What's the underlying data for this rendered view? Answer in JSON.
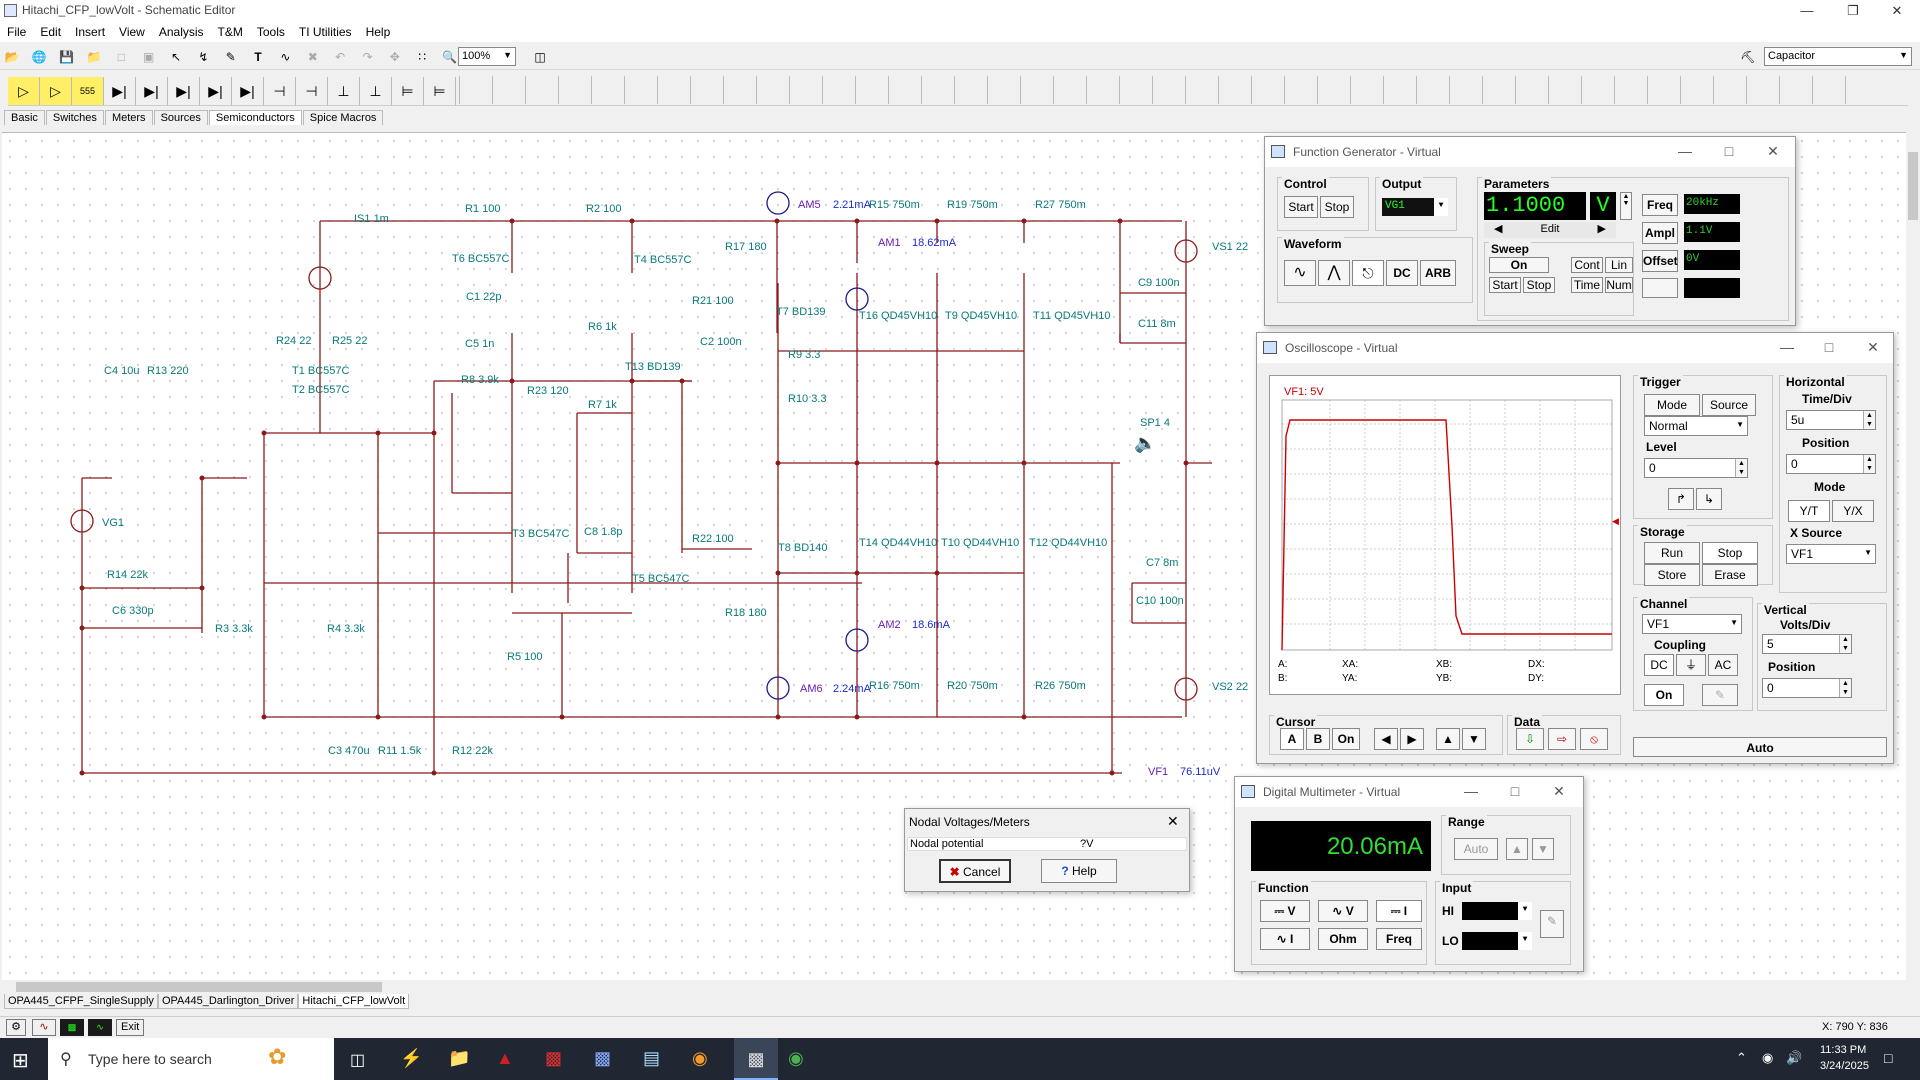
{
  "window": {
    "title": "Hitachi_CFP_lowVolt - Schematic Editor"
  },
  "menu": [
    "File",
    "Edit",
    "Insert",
    "View",
    "Analysis",
    "T&M",
    "Tools",
    "TI Utilities",
    "Help"
  ],
  "toolbar": {
    "zoom": "100%",
    "component_select": "Capacitor"
  },
  "component_tabs": [
    "Basic",
    "Switches",
    "Meters",
    "Sources",
    "Semiconductors",
    "Spice Macros"
  ],
  "active_component_tab": "Semiconductors",
  "schematic": {
    "labels": {
      "is1": "IS1 1m",
      "r1": "R1 100",
      "r2": "R2 100",
      "t6": "T6 BC557C",
      "t4": "T4 BC557C",
      "c1": "C1 22p",
      "c5": "C5 1n",
      "r8": "R8 3.9k",
      "r24": "R24 22",
      "r25": "R25 22",
      "t1": "T1 BC557C",
      "t2": "T2 BC557C",
      "c4": "C4 10u",
      "r13": "R13 220",
      "vg1": "VG1",
      "r14": "R14 22k",
      "c6": "C6 330p",
      "r3": "R3 3.3k",
      "r4": "R4 3.3k",
      "r6": "R6 1k",
      "t13": "T13 BD139",
      "r23": "R23 120",
      "r7": "R7 1k",
      "t3": "T3 BC547C",
      "c8": "C8 1.8p",
      "t5": "T5 BC547C",
      "r5": "R5 100",
      "r21": "R21 100",
      "c2": "C2 100n",
      "t7": "T7 BD139",
      "r9": "R9 3.3",
      "r10": "R10 3.3",
      "r22": "R22 100",
      "t8": "T8 BD140",
      "r17": "R17 180",
      "r18": "R18 180",
      "am5": "AM5",
      "am5_val": "2.21mA",
      "r15": "R15 750m",
      "r19": "R19 750m",
      "r27": "R27 750m",
      "am1": "AM1",
      "am1_val": "18.62mA",
      "t16": "T16 QD45VH10",
      "t9": "T9 QD45VH10",
      "t11": "T11 QD45VH10",
      "t14": "T14 QD44VH10",
      "t10": "T10 QD44VH10",
      "t12": "T12 QD44VH10",
      "am2": "AM2",
      "am2_val": "18.6mA",
      "am6": "AM6",
      "am6_val": "2.24mA",
      "r16": "R16 750m",
      "r20": "R20 750m",
      "r26": "R26 750m",
      "c9": "C9 100n",
      "c11": "C11 8m",
      "vs1": "VS1 22",
      "sp1": "SP1 4",
      "c7": "C7 8m",
      "c10": "C10 100n",
      "vs2": "VS2 22",
      "c3": "C3 470u",
      "r11": "R11 1.5k",
      "r12": "R12 22k",
      "vf1": "VF1",
      "vf1_val": "76.11uV"
    }
  },
  "function_generator": {
    "title": "Function Generator - Virtual",
    "control_label": "Control",
    "start": "Start",
    "stop": "Stop",
    "output_label": "Output",
    "output_value": "VG1",
    "parameters_label": "Parameters",
    "display_value": "1.1000",
    "display_unit": "V",
    "edit": "Edit",
    "freq_label": "Freq",
    "freq_value": "20kHz",
    "ampl_label": "Ampl",
    "ampl_value": "1.1V",
    "offset_label": "Offset",
    "offset_value": "0V",
    "waveform_label": "Waveform",
    "dc": "DC",
    "arb": "ARB",
    "sweep_label": "Sweep",
    "sweep_on": "On",
    "cont": "Cont",
    "lin": "Lin",
    "sweep_start": "Start",
    "sweep_stop": "Stop",
    "time": "Time",
    "num": "Num"
  },
  "oscilloscope": {
    "title": "Oscilloscope - Virtual",
    "trace_label": "VF1: 5V",
    "trigger_label": "Trigger",
    "mode": "Mode",
    "source": "Source",
    "trigger_mode": "Normal",
    "level_label": "Level",
    "level_value": "0",
    "horizontal_label": "Horizontal",
    "time_div_label": "Time/Div",
    "time_div": "5u",
    "position_label": "Position",
    "h_position": "0",
    "hmode_label": "Mode",
    "yt": "Y/T",
    "yx": "Y/X",
    "xsource_label": "X Source",
    "xsource": "VF1",
    "storage_label": "Storage",
    "run": "Run",
    "stop": "Stop",
    "store": "Store",
    "erase": "Erase",
    "channel_label": "Channel",
    "channel": "VF1",
    "coupling_label": "Coupling",
    "dc": "DC",
    "ac": "AC",
    "on": "On",
    "vertical_label": "Vertical",
    "volts_div_label": "Volts/Div",
    "volts_div": "5",
    "v_position_label": "Position",
    "v_position": "0",
    "auto": "Auto",
    "cursor_label": "Cursor",
    "cursor_a": "A",
    "cursor_b": "B",
    "cursor_on": "On",
    "data_label": "Data",
    "readout": {
      "a": "A:",
      "b": "B:",
      "xa": "XA:",
      "ya": "YA:",
      "xb": "XB:",
      "yb": "YB:",
      "dx": "DX:",
      "dy": "DY:"
    }
  },
  "multimeter": {
    "title": "Digital Multimeter - Virtual",
    "reading": "20.06mA",
    "range_label": "Range",
    "auto": "Auto",
    "function_label": "Function",
    "v_dc": "V",
    "v_ac": "V",
    "i_dc": "I",
    "i_ac": "I",
    "ohm": "Ohm",
    "freq": "Freq",
    "input_label": "Input",
    "hi": "HI",
    "lo": "LO"
  },
  "nodal_dialog": {
    "title": "Nodal Voltages/Meters",
    "row_label": "Nodal potential",
    "row_value": "?V",
    "cancel": "Cancel",
    "help": "Help"
  },
  "doc_tabs": [
    "OPA445_CFPF_SingleSupply",
    "OPA445_Darlington_Driver",
    "Hitachi_CFP_lowVolt"
  ],
  "active_doc_tab": "Hitachi_CFP_lowVolt",
  "statusbar": {
    "exit": "Exit",
    "coords": "X: 790 Y: 836"
  },
  "taskbar": {
    "search_placeholder": "Type here to search",
    "time": "11:33 PM",
    "date": "3/24/2025"
  }
}
